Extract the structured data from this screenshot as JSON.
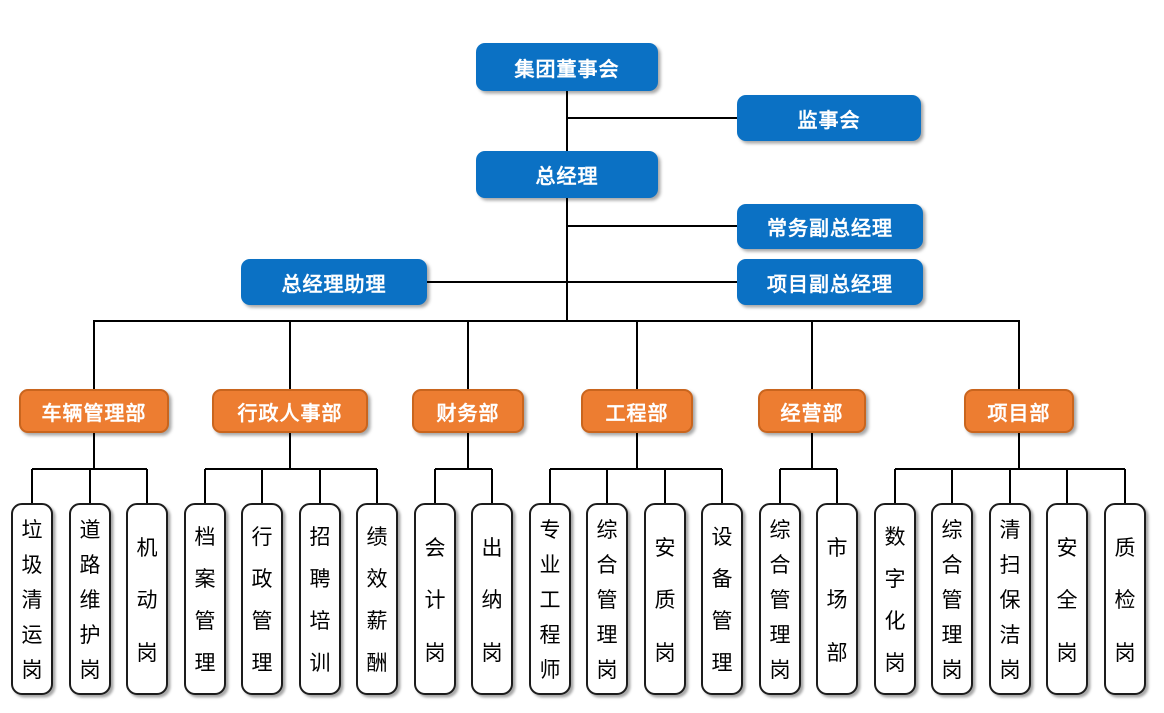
{
  "palette": {
    "executive_box": "#0b71c4",
    "department_box": "#ed7d31",
    "department_border": "#c9651e",
    "position_box": "#ffffff",
    "position_border": "#1c1c1c",
    "connector": "#000000",
    "text_on_color": "#ffffff",
    "text_on_white": "#000000"
  },
  "chart": {
    "top": {
      "board": "集团董事会",
      "supervisory": "监事会",
      "general_manager": "总经理",
      "executive_vice_gm": "常务副总经理",
      "gm_assistant": "总经理助理",
      "project_vice_gm": "项目副总经理"
    },
    "departments": [
      {
        "label": "车辆管理部",
        "positions": [
          "垃圾清运岗",
          "道路维护岗",
          "机动岗"
        ]
      },
      {
        "label": "行政人事部",
        "positions": [
          "档案管理",
          "行政管理",
          "招聘培训",
          "绩效薪酬"
        ]
      },
      {
        "label": "财务部",
        "positions": [
          "会计岗",
          "出纳岗"
        ]
      },
      {
        "label": "工程部",
        "positions": [
          "专业工程师",
          "综合管理岗",
          "安质岗",
          "设备管理"
        ]
      },
      {
        "label": "经营部",
        "positions": [
          "综合管理岗",
          "市场部"
        ]
      },
      {
        "label": "项目部",
        "positions": [
          "数字化岗",
          "综合管理岗",
          "清扫保洁岗",
          "安全岗",
          "质检岗"
        ]
      }
    ]
  }
}
